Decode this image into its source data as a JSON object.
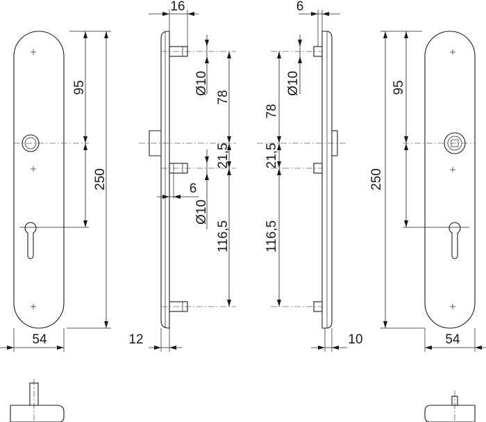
{
  "dimensions": {
    "front_left": {
      "height": "250",
      "upper_spacing": "95",
      "width": "54"
    },
    "front_right": {
      "height": "250",
      "upper_spacing": "95",
      "width": "54"
    },
    "side_left": {
      "top_offset": "16",
      "bolt_diameter_top": "Ø10",
      "upper_span": "78",
      "middle_span": "21,5",
      "lower_offset": "6",
      "bolt_diameter_lower": "Ø10",
      "lower_span": "116,5",
      "thickness": "12"
    },
    "side_right": {
      "top_offset": "6",
      "bolt_diameter_top": "Ø10",
      "upper_span": "78",
      "middle_span": "21,5",
      "lower_span": "116,5",
      "thickness": "10"
    }
  },
  "colors": {
    "line": "#1a1a1a",
    "background": "#ffffff"
  }
}
